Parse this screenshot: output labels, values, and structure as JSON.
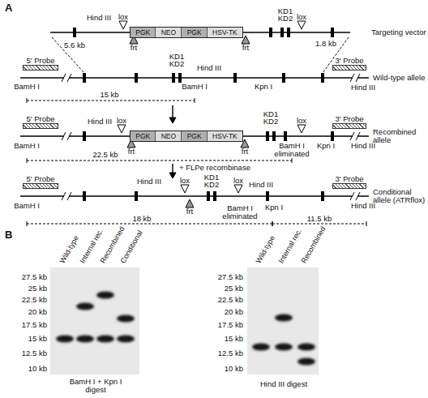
{
  "diagram": {
    "nodes": [
      {
        "text": [
          "PGK",
          "NEO",
          "PGK",
          "HSV-TK"
        ]
      },
      {
        "text": [
          "5' Probe"
        ]
      },
      {
        "text": [
          "3' Probe"
        ]
      },
      {
        "text": [
          "5' Probe"
        ]
      },
      {
        "text": [
          "PGK",
          "NEO",
          "PGK",
          "HSV-TK"
        ]
      },
      {
        "text": [
          "3' Probe"
        ]
      },
      {
        "text": [
          "5' Probe"
        ]
      },
      {
        "text": [
          "3' Probe"
        ]
      }
    ],
    "labels": [
      "A",
      "Hind III",
      "lox",
      "KD1",
      "KD2",
      "lox",
      "frt",
      "frt",
      "5.6 kb",
      "1.8 kb",
      "Targeting vector",
      "KD1",
      "KD2",
      "Hind III",
      "BamH I",
      "BamH I",
      "Kpn I",
      "Hind III",
      "15 kb",
      "Wild-type allele",
      "Hind III",
      "lox",
      "frt",
      "KD1",
      "KD2",
      "frt",
      "lox",
      "BamH I",
      "BamH I eliminated",
      "Kpn I",
      "Hind III",
      "22.5 kb",
      "Recombined allele",
      "+ FLPe recombinase",
      "Hind III",
      "lox",
      "frt",
      "KD1",
      "KD2",
      "lox",
      "Hind III",
      "BamH I",
      "BamH I eliminated",
      "Kpn I",
      "Hind III",
      "18 kb",
      "11.5 kb",
      "Conditional allele (ATRflox)",
      "B",
      "27.5 kb",
      "25 kb",
      "22.5 kb",
      "20 kb",
      "17.5 kb",
      "15 kb",
      "12.5 kb",
      "10 kb",
      "Wild-type",
      "Internal rec.",
      "Recombined",
      "Conditional",
      "BamH I + Kpn I digest",
      "27.5 kb",
      "25 kb",
      "22.5 kb",
      "20 kb",
      "17.5 kb",
      "15 kb",
      "12.5 kb",
      "10 kb",
      "Wild-type",
      "Internal rec.",
      "Recombined",
      "Hind III digest"
    ]
  }
}
